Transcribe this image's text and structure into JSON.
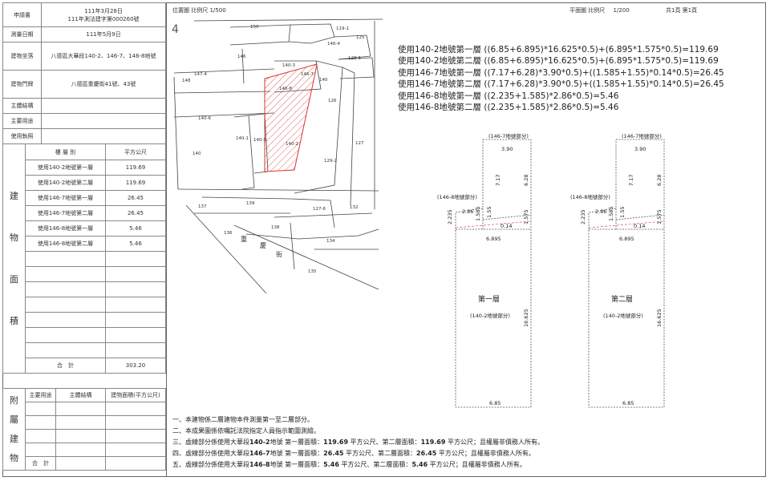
{
  "header": {
    "position_map": "位置圖",
    "scale_label": "比例尺",
    "location_scale": "1/500",
    "plan_map": "平面圖",
    "plan_scale": "1/200",
    "page_info": "共1頁 第1頁"
  },
  "info": {
    "applicant_label": "申請書",
    "applicant_date": "111年3月28日",
    "applicant_no": "111年測法建字第000260號",
    "survey_date_label": "測量日期",
    "survey_date": "111年5月9日",
    "location_label": "建物坐落",
    "location": "八德區大華段140-2、146-7、146-8地號",
    "doorplate_label": "建物門牌",
    "doorplate": "八德區重慶街41號、43號",
    "structure_label": "主體結構",
    "use_label": "主要用途",
    "license_label": "使用執照"
  },
  "area_table": {
    "side_label": [
      "建",
      "物",
      "面",
      "積"
    ],
    "col_floor": "樓 層 別",
    "col_area": "平方公尺",
    "rows": [
      {
        "floor": "使用140-2地號第一層",
        "area": "119.69"
      },
      {
        "floor": "使用140-2地號第二層",
        "area": "119.69"
      },
      {
        "floor": "使用146-7地號第一層",
        "area": "26.45"
      },
      {
        "floor": "使用146-7地號第二層",
        "area": "26.45"
      },
      {
        "floor": "使用146-8地號第一層",
        "area": "5.46"
      },
      {
        "floor": "使用146-8地號第二層",
        "area": "5.46"
      }
    ],
    "total_label": "合　計",
    "total": "303.20"
  },
  "annex": {
    "side_label": [
      "附",
      "屬",
      "建",
      "物"
    ],
    "col_use": "主要用途",
    "col_structure": "主體結構",
    "col_area": "建物面積(平方公尺)",
    "total_label": "合　計"
  },
  "map_labels": {
    "north": "4",
    "parcels": [
      "150",
      "119-1",
      "125",
      "146-4",
      "128-1",
      "146",
      "140-3",
      "146-7",
      "140",
      "147-4",
      "148",
      "146-8",
      "126",
      "140-6",
      "140-1",
      "140-5",
      "140-2",
      "127",
      "140",
      "129-2",
      "137",
      "139",
      "127-6",
      "132",
      "136",
      "138",
      "134",
      "135"
    ],
    "road": [
      "重",
      "慶",
      "街"
    ]
  },
  "formulas": [
    "使用140-2地號第一層 ((6.85+6.895)*16.625*0.5)+(6.895*1.575*0.5)=119.69",
    "使用140-2地號第二層 ((6.85+6.895)*16.625*0.5)+(6.895*1.575*0.5)=119.69",
    "使用146-7地號第一層 ((7.17+6.28)*3.90*0.5)+((1.585+1.55)*0.14*0.5)=26.45",
    "使用146-7地號第二層 ((7.17+6.28)*3.90*0.5)+((1.585+1.55)*0.14*0.5)=26.45",
    "使用146-8地號第一層 ((2.235+1.585)*2.86*0.5)=5.46",
    "使用146-8地號第二層 ((2.235+1.585)*2.86*0.5)=5.46"
  ],
  "plans": [
    {
      "title": "第一層",
      "parcel": "(140-2地號部分)",
      "top_label": "(146-7地號部分)",
      "left_label": "(146-8地號部分)"
    },
    {
      "title": "第二層",
      "parcel": "(140-2地號部分)",
      "top_label": "(146-7地號部分)",
      "left_label": "(146-8地號部分)"
    }
  ],
  "dims": {
    "top_width": "3.90",
    "v_717": "7.17",
    "v_628": "6.28",
    "v_2235": "2.235",
    "w_286": "2.86",
    "v_1585": "1.585",
    "v_155": "1.55",
    "w_014": "0.14",
    "v_1575": "1.575",
    "w_6895": "6.895",
    "v_16625": "16.625",
    "w_685": "6.85"
  },
  "notes": {
    "n1": "一、本建物係二層建物本件測量第一至二層部分。",
    "n2": "二、本成果圖係依囑託法院指定人員指示範圍測繪。",
    "n3_pre": "三、虛線部分係使用大華段",
    "n3_parcel": "140-2",
    "n3_mid": "地號 第一層面積：",
    "n3_a1": "119.69",
    "n3_mid2": " 平方公尺、第二層面積：",
    "n3_a2": "119.69",
    "n3_post": " 平方公尺；且權屬非債務人所有。",
    "n4_pre": "四、虛線部分係使用大華段",
    "n4_parcel": "146-7",
    "n4_mid": "地號 第一層面積：",
    "n4_a1": "26.45",
    "n4_mid2": " 平方公尺、第二層面積：",
    "n4_a2": "26.45",
    "n4_post": " 平方公尺；且權屬非債務人所有。",
    "n5_pre": "五、虛線部分係使用大華段",
    "n5_parcel": "146-8",
    "n5_mid": "地號 第一層面積：",
    "n5_a1": "5.46",
    "n5_mid2": " 平方公尺、第二層面積：",
    "n5_a2": "5.46",
    "n5_post": " 平方公尺；且權屬非債務人所有。"
  }
}
